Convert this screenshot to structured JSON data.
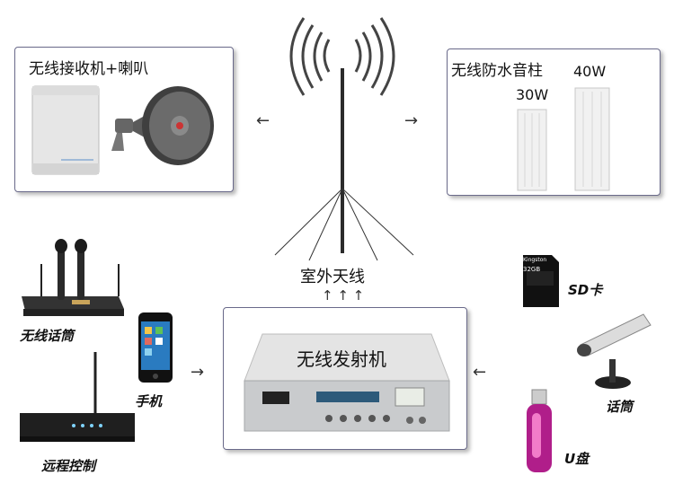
{
  "receiver_box": {
    "title": "无线接收机+喇叭"
  },
  "column_box": {
    "title": "无线防水音柱",
    "power_small": "30W",
    "power_large": "40W"
  },
  "antenna": {
    "label": "室外天线",
    "up_arrows": "↑ ↑ ↑"
  },
  "transmitter_box": {
    "title": "无线发射机"
  },
  "devices": {
    "wireless_mic": "无线话筒",
    "phone": "手机",
    "remote": "远程控制",
    "sd_card": "SD卡",
    "sd_card_brand": "Kingston",
    "sd_card_size": "32GB",
    "microphone": "话筒",
    "usb": "U盘"
  },
  "arrows": {
    "left": "←",
    "right": "→"
  },
  "colors": {
    "border": "#6a6a8a",
    "panel": "#c9cbcd",
    "display": "#2d5a7a"
  }
}
